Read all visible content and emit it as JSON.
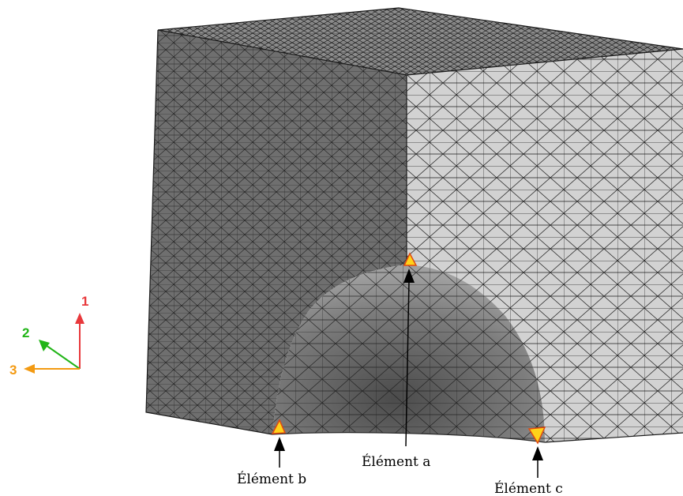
{
  "axes": {
    "axis_1": {
      "label": "1",
      "color": "#e8383b"
    },
    "axis_2": {
      "label": "2",
      "color": "#22b518"
    },
    "axis_3": {
      "label": "3",
      "color": "#f39a12"
    }
  },
  "annotations": {
    "element_a": "Élément a",
    "element_b": "Élément b",
    "element_c": "Élément c"
  },
  "colors": {
    "face_left": "#6f6f6f",
    "face_right": "#d2d2d2",
    "face_top": "#8c8c8c",
    "mesh_line": "#1e1e1e",
    "highlight_fill": "#ffd21a",
    "highlight_edge": "#e04a10"
  }
}
